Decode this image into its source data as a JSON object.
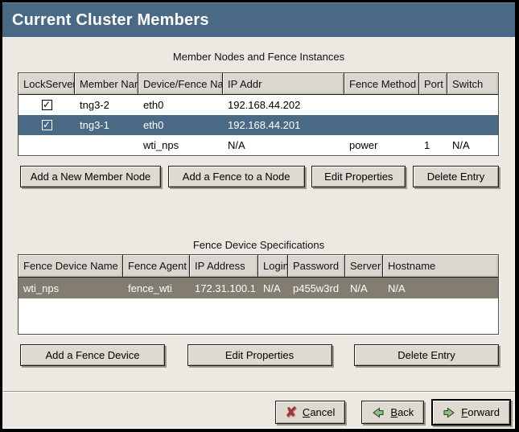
{
  "window": {
    "title": "Current Cluster Members"
  },
  "colors": {
    "titlebar_bg": "#4a6984",
    "selected_row_focused": "#4a6984",
    "selected_row_unfocused": "#827d70",
    "content_bg": "#ece9e2",
    "button_bg": "#dedad2"
  },
  "icons": {
    "check": "✓",
    "cancel_x": "✘"
  },
  "member_section": {
    "label": "Member Nodes and Fence Instances",
    "table": {
      "columns": [
        "LockServer?",
        "Member Name",
        "Device/Fence Name",
        "IP Addr",
        "Fence Method",
        "Port",
        "Switch"
      ],
      "rows": [
        {
          "lockserver": true,
          "member_name": "tng3-2",
          "device": "eth0",
          "ip": "192.168.44.202",
          "fence_method": "",
          "port": "",
          "switch": ""
        },
        {
          "lockserver": true,
          "member_name": "tng3-1",
          "device": "eth0",
          "ip": "192.168.44.201",
          "fence_method": "",
          "port": "",
          "switch": "",
          "selected": true
        },
        {
          "lockserver": false,
          "member_name": "",
          "device": "wti_nps",
          "ip": "N/A",
          "fence_method": "power",
          "port": "1",
          "switch": "N/A"
        }
      ]
    },
    "buttons": [
      "Add a New Member Node",
      "Add a Fence to a Node",
      "Edit Properties",
      "Delete Entry"
    ]
  },
  "fence_section": {
    "label": "Fence Device Specifications",
    "table": {
      "columns": [
        "Fence Device Name",
        "Fence Agent",
        "IP Address",
        "Login",
        "Password",
        "Server",
        "Hostname"
      ],
      "rows": [
        {
          "name": "wti_nps",
          "agent": "fence_wti",
          "ip": "172.31.100.1",
          "login": "N/A",
          "password": "p455w3rd",
          "server": "N/A",
          "hostname": "N/A",
          "selected": true
        }
      ]
    },
    "buttons": [
      "Add a Fence Device",
      "Edit Properties",
      "Delete Entry"
    ]
  },
  "footer": {
    "cancel": {
      "mnemonic": "C",
      "rest": "ancel"
    },
    "back": {
      "mnemonic": "B",
      "rest": "ack"
    },
    "forward": {
      "mnemonic": "F",
      "rest": "orward"
    }
  }
}
